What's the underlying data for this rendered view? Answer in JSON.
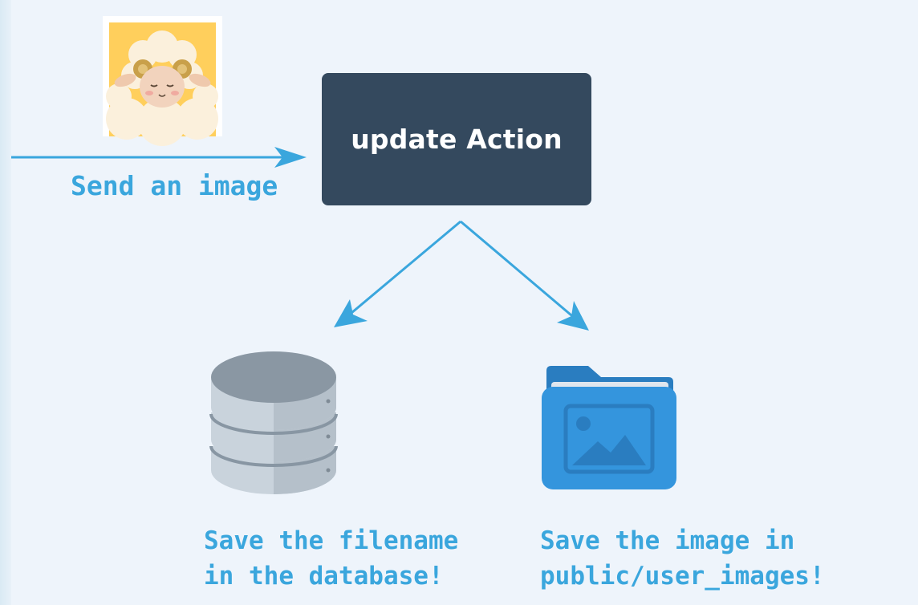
{
  "action": {
    "label": "update Action"
  },
  "send_label": "Send an image",
  "database": {
    "caption_lines": [
      "Save the filename",
      "in the database!"
    ]
  },
  "folder": {
    "caption_lines": [
      "Save the image in",
      "public/user_images!"
    ]
  },
  "icons": {
    "sheep": "sheep-illustration",
    "database": "database-icon",
    "folder": "image-folder-icon"
  },
  "colors": {
    "background": "#eef4fb",
    "action_box": "#34495e",
    "accent": "#3aa6dd",
    "database": "#b7c2cc",
    "folder": "#3495dd"
  }
}
